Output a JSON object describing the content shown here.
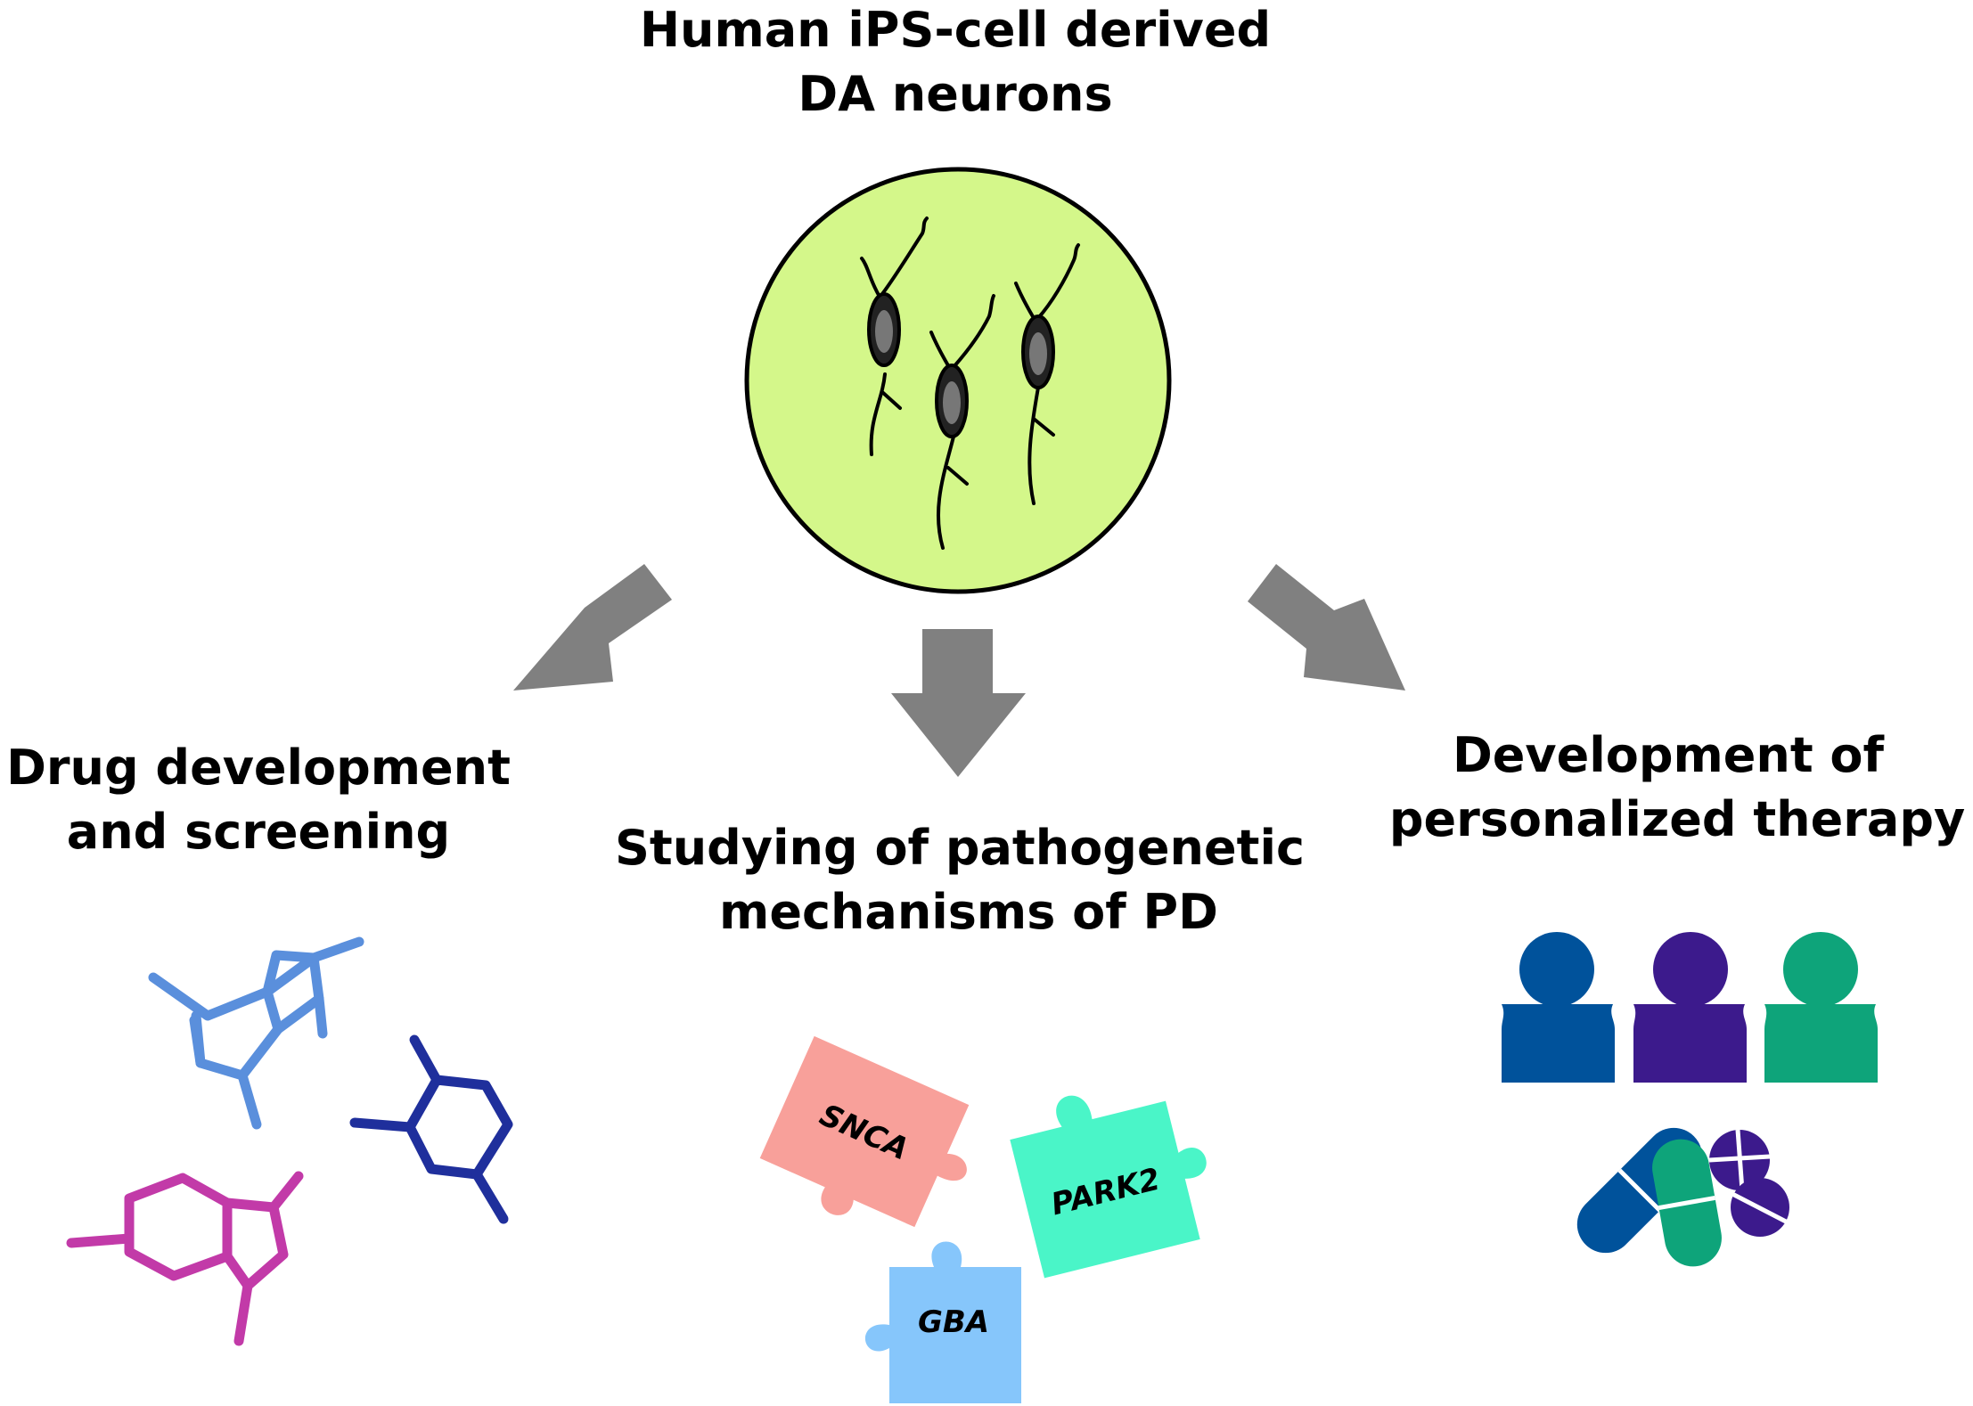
{
  "title": {
    "line1": "Human iPS-cell derived",
    "line2": "DA neurons"
  },
  "branches": {
    "drug": {
      "line1": "Drug development",
      "line2": "and screening"
    },
    "mechanisms": {
      "line1": "Studying of pathogenetic",
      "line2": "mechanisms of PD"
    },
    "therapy": {
      "line1": "Development of",
      "line2": "personalized therapy"
    }
  },
  "genes": {
    "snca": "SNCA",
    "park2": "PARK2",
    "gba": "GBA"
  },
  "colors": {
    "cell_fill": "#d4f78a",
    "arrow": "#808080",
    "molecule_light_blue": "#5a8fdc",
    "molecule_dark_blue": "#1f2f9c",
    "molecule_magenta": "#c23aa8",
    "puzzle_snca": "#f8a09a",
    "puzzle_park2": "#4af5c8",
    "puzzle_gba": "#86c6fb",
    "person_blue": "#00529b",
    "person_purple": "#3c1a8c",
    "person_green": "#0ea47a"
  },
  "icons": [
    "neuron-icon",
    "arrow-icon",
    "molecule-icon",
    "puzzle-piece-icon",
    "person-icon",
    "pill-icon"
  ]
}
